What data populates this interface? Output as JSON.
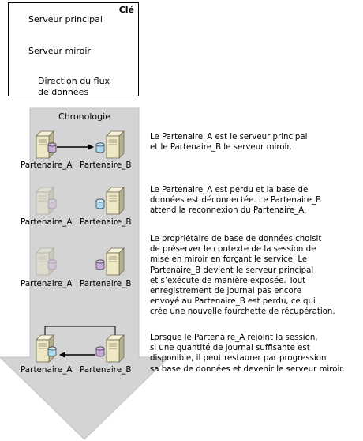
{
  "legend": {
    "title": "Clé",
    "principal_label": "Serveur principal",
    "mirror_label": "Serveur miroir",
    "flow_label_line1": "Direction du flux",
    "flow_label_line2": "de données"
  },
  "timeline": {
    "title": "Chronologie"
  },
  "partners": {
    "a": "Partenaire_A",
    "b": "Partenaire_B"
  },
  "steps": [
    {
      "description": "Le Partenaire_A est le serveur principal\net le Partenaire_B le serveur miroir."
    },
    {
      "description": "Le Partenaire_A est perdu et la base de\ndonnées est déconnectée. Le Partenaire_B\nattend la reconnexion du Partenaire_A."
    },
    {
      "description": "Le propriétaire de base de données choisit\nde préserver le contexte de la session de\nmise en miroir en forçant le service. Le\nPartenaire_B devient le serveur principal\net s’exécute de manière exposée. Tout\nenregistrement de journal pas encore\nenvoyé au Partenaire_B est perdu, ce qui\ncrée une nouvelle fourchette de récupération."
    },
    {
      "description": "Lorsque le Partenaire_A rejoint la session,\nsi une quantité de journal suffisante est\ndisponible, il peut restaurer par progression\nsa base de données et devenir le serveur miroir."
    }
  ],
  "colors": {
    "timeline_fill": "#d4d4d4",
    "server_body": "#efe8c4",
    "server_shade": "#8f8a6e",
    "principal_db": "#c8a8d8",
    "mirror_db": "#a8dcec"
  }
}
